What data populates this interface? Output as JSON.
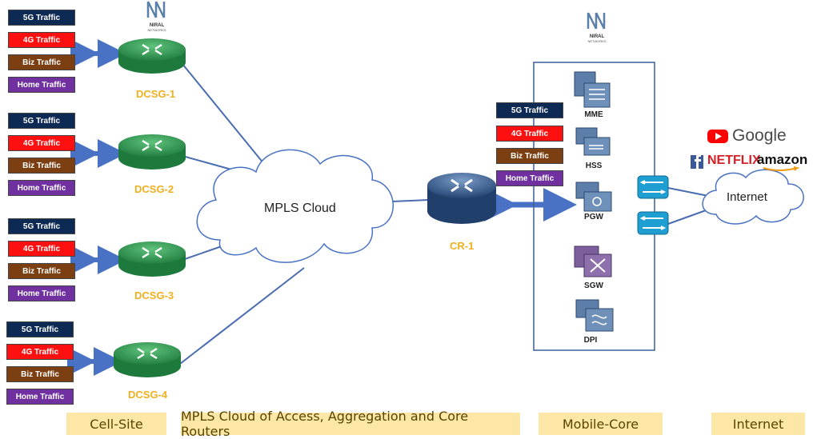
{
  "logos": {
    "brand_text": "NIRAL",
    "brand_sub": "NETWORKS"
  },
  "cell_sites": [
    {
      "router": "DCSG-1",
      "traffic": [
        "5G Traffic",
        "4G Traffic",
        "Biz Traffic",
        "Home Traffic"
      ]
    },
    {
      "router": "DCSG-2",
      "traffic": [
        "5G Traffic",
        "4G Traffic",
        "Biz Traffic",
        "Home Traffic"
      ]
    },
    {
      "router": "DCSG-3",
      "traffic": [
        "5G Traffic",
        "4G Traffic",
        "Biz Traffic",
        "Home Traffic"
      ]
    },
    {
      "router": "DCSG-4",
      "traffic": [
        "5G Traffic",
        "4G Traffic",
        "Biz Traffic",
        "Home Traffic"
      ]
    }
  ],
  "core_router": {
    "label": "CR-1",
    "traffic": [
      "5G Traffic",
      "4G Traffic",
      "Biz Traffic",
      "Home Traffic"
    ]
  },
  "clouds": {
    "mpls": "MPLS Cloud",
    "internet": "Internet"
  },
  "mobile_core": [
    "MME",
    "HSS",
    "PGW",
    "SGW",
    "DPI"
  ],
  "brands": {
    "google": "Google",
    "netflix": "NETFLIX",
    "amazon": "amazon"
  },
  "footer": {
    "cell_site": "Cell-Site",
    "mpls": "MPLS Cloud of Access, Aggregation and Core Routers",
    "mobile_core": "Mobile-Core",
    "internet": "Internet"
  },
  "colors": {
    "traffic_5g": "#0d2a55",
    "traffic_4g": "#ff1010",
    "traffic_biz": "#7b3f12",
    "traffic_home": "#7030a0",
    "router_green": "#2e9e50",
    "label_gold": "#f0b020",
    "link_blue": "#4a72c4"
  }
}
